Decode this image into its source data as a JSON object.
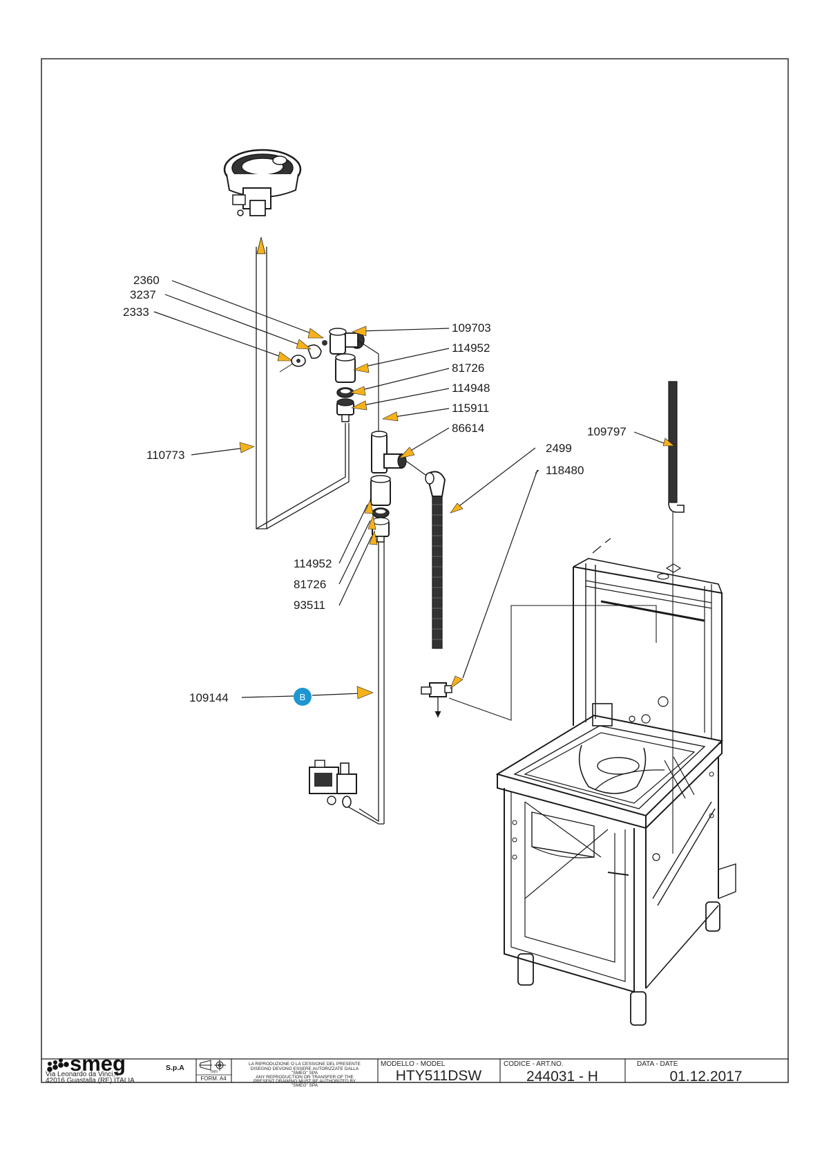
{
  "drawing": {
    "accent_arrow_color": "#F6B21B",
    "badge_color": "#1E96D2",
    "badge_label": "B",
    "callouts": [
      {
        "id": "c2360",
        "text": "2360"
      },
      {
        "id": "c3237",
        "text": "3237"
      },
      {
        "id": "c2333",
        "text": "2333"
      },
      {
        "id": "c109703",
        "text": "109703"
      },
      {
        "id": "c114952a",
        "text": "114952"
      },
      {
        "id": "c81726a",
        "text": "81726"
      },
      {
        "id": "c114948",
        "text": "114948"
      },
      {
        "id": "c115911",
        "text": "115911"
      },
      {
        "id": "c86614",
        "text": "86614"
      },
      {
        "id": "c2499",
        "text": "2499"
      },
      {
        "id": "c118480",
        "text": "118480"
      },
      {
        "id": "c109797",
        "text": "109797"
      },
      {
        "id": "c110773",
        "text": "110773"
      },
      {
        "id": "c114952b",
        "text": "114952"
      },
      {
        "id": "c81726b",
        "text": "81726"
      },
      {
        "id": "c93511",
        "text": "93511"
      },
      {
        "id": "c109144",
        "text": "109144"
      }
    ]
  },
  "title_block": {
    "brand": "smeg",
    "brand_suffix": "S.p.A",
    "address_line1": "Via Leonardo da Vinci,4",
    "address_line2": "42016  Guastalla (RE) ITALIA",
    "unit_label": "mm",
    "format_label": "FORM. A4",
    "notice_lines": [
      "LA RIPRODUZIONE O LA CESSIONE DEL PRESENTE",
      "DISEGNO DEVONO ESSERE AUTORIZZATE DALLA",
      "\"SMEG\" SPA",
      "ANY REPRODUCTION OR TRANSFER OF THE",
      "PRESENT DRAWING MUST BE AUTHORIZED BY",
      "\"SMEG\" SPA"
    ],
    "model_label": "MODELLO - MODEL",
    "model_value": "HTY511DSW",
    "code_label": "CODICE - ART.NO.",
    "code_value": "244031 - H",
    "date_label": "DATA - DATE",
    "date_value": "01.12.2017"
  }
}
